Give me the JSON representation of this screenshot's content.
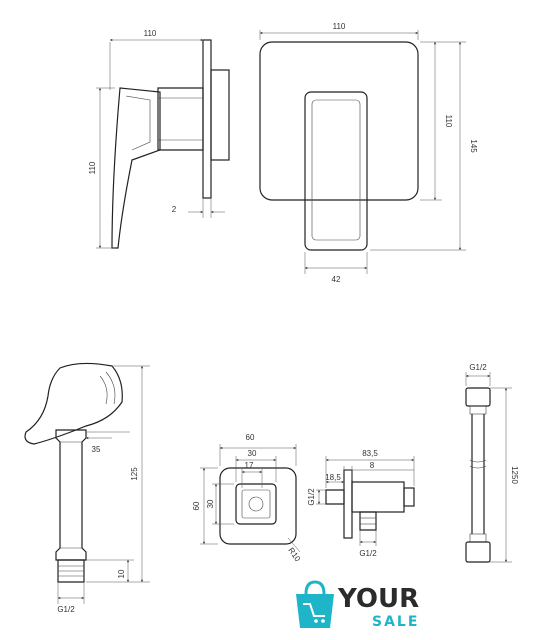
{
  "mixer_side": {
    "width_label": "110",
    "height_label": "110",
    "gap_label": "2"
  },
  "mixer_front": {
    "width_label": "110",
    "plate_height_label": "110",
    "total_height_label": "145",
    "handle_width_label": "42"
  },
  "hand_shower": {
    "length_label": "125",
    "inset_label": "35",
    "thread_label": "G1/2",
    "thread_length_label": "10"
  },
  "wall_outlet_front": {
    "outer_label": "60",
    "mid_label": "30",
    "inner_label": "17",
    "height_label": "60",
    "inner_height_label": "30",
    "radius_label": "R10"
  },
  "wall_outlet_side": {
    "depth_label": "83,5",
    "small_label": "8",
    "offset_label": "18,5",
    "side_thread_label": "G1/2",
    "bottom_thread_label": "G1/2"
  },
  "hose": {
    "top_thread_label": "G1/2",
    "length_label": "1250"
  },
  "logo": {
    "line1": "YOUR",
    "line2": "SALE",
    "accent_color": "#1fb5c8"
  }
}
